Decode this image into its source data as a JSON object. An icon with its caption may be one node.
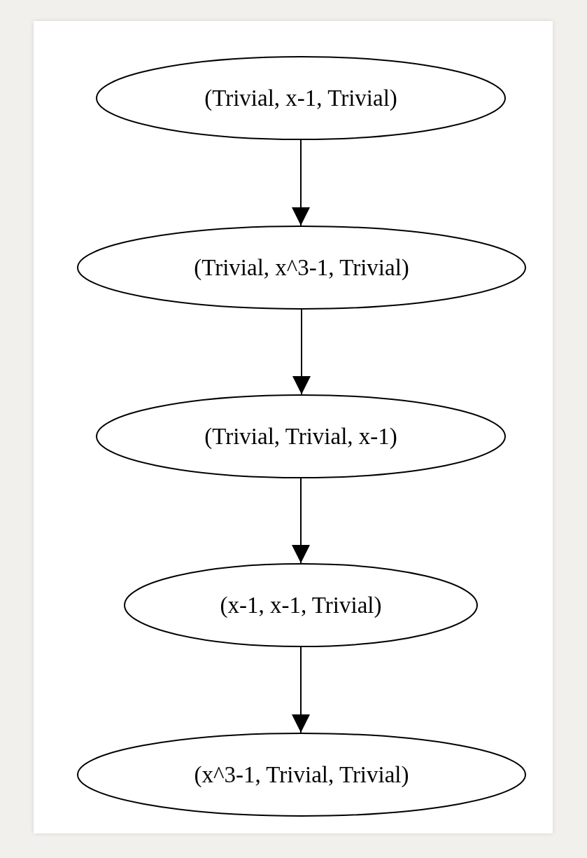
{
  "diagram": {
    "nodes": [
      {
        "text": [
          "(Trivial, x-1, Trivial)"
        ]
      },
      {
        "text": [
          "(Trivial, x^3-1, Trivial)"
        ]
      },
      {
        "text": [
          "(Trivial, Trivial, x-1)"
        ]
      },
      {
        "text": [
          "(x-1, x-1, Trivial)"
        ]
      },
      {
        "text": [
          "(x^3-1, Trivial, Trivial)"
        ]
      }
    ],
    "edges": [
      {
        "from": 0,
        "to": 1,
        "arrow": "to"
      },
      {
        "from": 1,
        "to": 2,
        "arrow": "to"
      },
      {
        "from": 2,
        "to": 3,
        "arrow": "to"
      },
      {
        "from": 3,
        "to": 4,
        "arrow": "to"
      }
    ]
  }
}
